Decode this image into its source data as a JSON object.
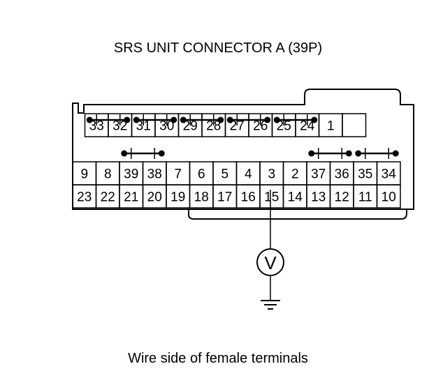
{
  "title": "SRS UNIT CONNECTOR A (39P)",
  "caption": "Wire side of female terminals",
  "meter": {
    "symbol": "V",
    "probe_terminal": "15"
  },
  "connector": {
    "row1": [
      "33",
      "32",
      "31",
      "30",
      "29",
      "28",
      "27",
      "26",
      "25",
      "24",
      "1",
      ""
    ],
    "row2": [
      "9",
      "8",
      "39",
      "38",
      "7",
      "6",
      "5",
      "4",
      "3",
      "2",
      "37",
      "36",
      "35",
      "34"
    ],
    "row3": [
      "23",
      "22",
      "21",
      "20",
      "19",
      "18",
      "17",
      "16",
      "15",
      "14",
      "13",
      "12",
      "11",
      "10"
    ],
    "shorting_bars_top": [
      [
        "33",
        "32"
      ],
      [
        "31",
        "30"
      ],
      [
        "29",
        "28"
      ],
      [
        "27",
        "26"
      ],
      [
        "25",
        "24"
      ]
    ],
    "shorting_bars_mid": [
      [
        "39",
        "38"
      ],
      [
        "37",
        "36"
      ],
      [
        "35",
        "34"
      ]
    ]
  },
  "colors": {
    "line": "#000000",
    "background": "#ffffff"
  }
}
